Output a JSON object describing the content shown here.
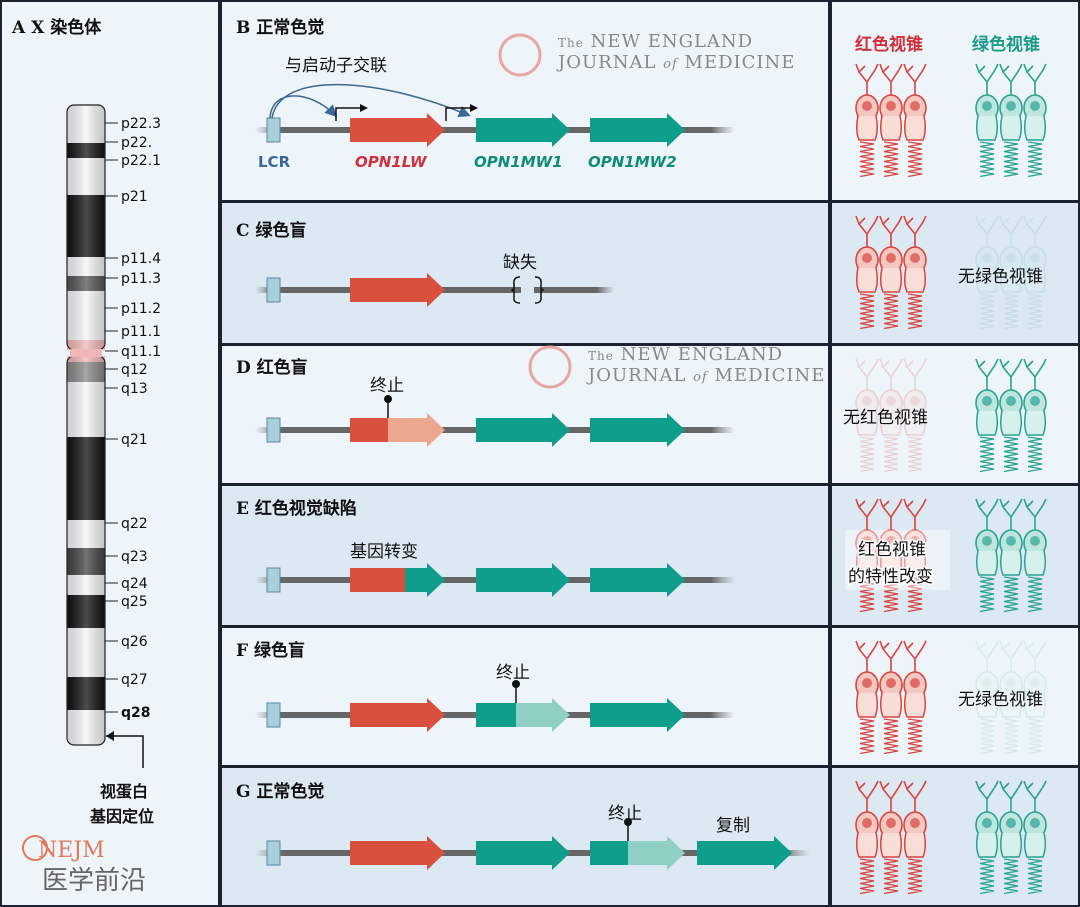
{
  "panel_a": {
    "title": "A X 染色体",
    "bands": [
      "p22.3",
      "p22.",
      "p22.1",
      "p21",
      "p11.4",
      "p11.3",
      "p11.2",
      "p11.1",
      "q11.1",
      "q12",
      "q13",
      "q21",
      "q22",
      "q23",
      "q24",
      "q25",
      "q26",
      "q27",
      "q28"
    ],
    "locus_label_1": "视蛋白",
    "locus_label_2": "基因定位",
    "logo_nejm": "NEJM",
    "logo_cn": "医学前沿"
  },
  "panel_b": {
    "title": "B 正常色觉",
    "link_label": "与启动子交联",
    "lcr": "LCR",
    "gene1": "OPN1LW",
    "gene2": "OPN1MW1",
    "gene3": "OPN1MW2"
  },
  "panel_c": {
    "title": "C 绿色盲",
    "deletion": "缺失",
    "cone_note": "无绿色视锥"
  },
  "panel_d": {
    "title": "D 红色盲",
    "stop": "终止",
    "cone_note": "无红色视锥"
  },
  "panel_e": {
    "title": "E 红色视觉缺陷",
    "mutation": "基因转变",
    "cone_note_1": "红色视锥",
    "cone_note_2": "的特性改变"
  },
  "panel_f": {
    "title": "F 绿色盲",
    "stop": "终止",
    "cone_note": "无绿色视锥"
  },
  "panel_g": {
    "title": "G 正常色觉",
    "stop": "终止",
    "copy": "复制"
  },
  "cones": {
    "red_header": "红色视锥",
    "green_header": "绿色视锥"
  },
  "watermark": {
    "line1_small": "The",
    "line1": "NEW ENGLAND",
    "line2a": "JOURNAL",
    "line2b": "of",
    "line2c": "MEDICINE"
  },
  "colors": {
    "red": "#d9503f",
    "teal": "#0f9e8c",
    "red_light": "#eba88e",
    "teal_light": "#8fcfc4",
    "lcr": "#a9cfdc",
    "cone_red": "#d9453f",
    "cone_green": "#2aa392"
  }
}
